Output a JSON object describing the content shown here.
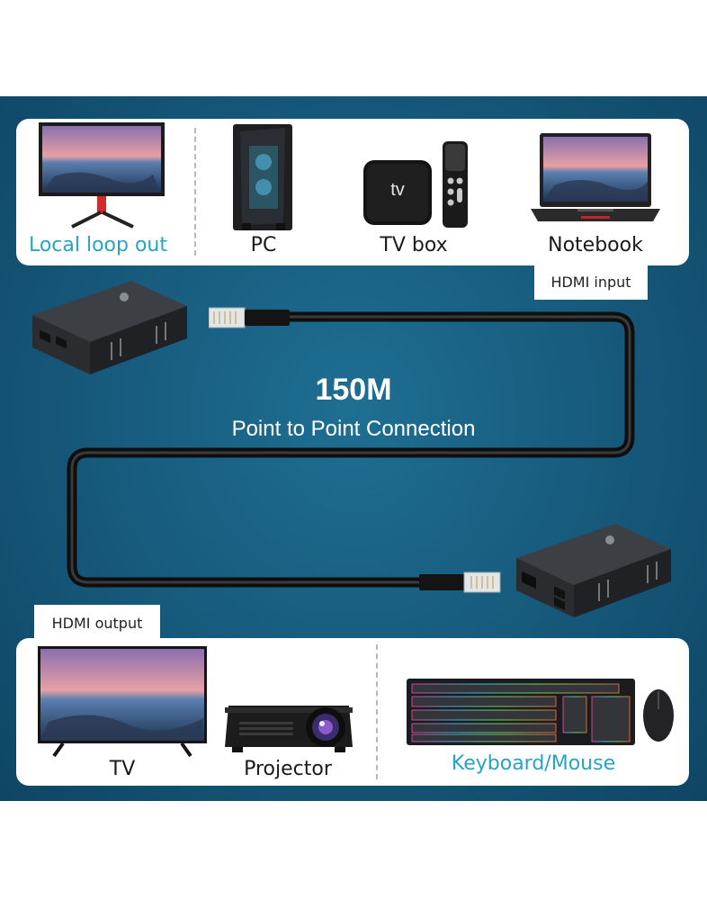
{
  "top_devices": {
    "loop_out": "Local loop out",
    "pc": "PC",
    "tv_box": "TV box",
    "notebook": "Notebook",
    "tv_box_logo": "tv"
  },
  "hdmi_input_tag": "HDMI input",
  "connection": {
    "distance": "150M",
    "description": "Point to Point Connection"
  },
  "hdmi_output_tag": "HDMI output",
  "bottom_devices": {
    "tv": "TV",
    "projector": "Projector",
    "keyboard_mouse": "Keyboard/Mouse"
  },
  "colors": {
    "background": "#16587a",
    "accent_cyan": "#27a3c6"
  }
}
